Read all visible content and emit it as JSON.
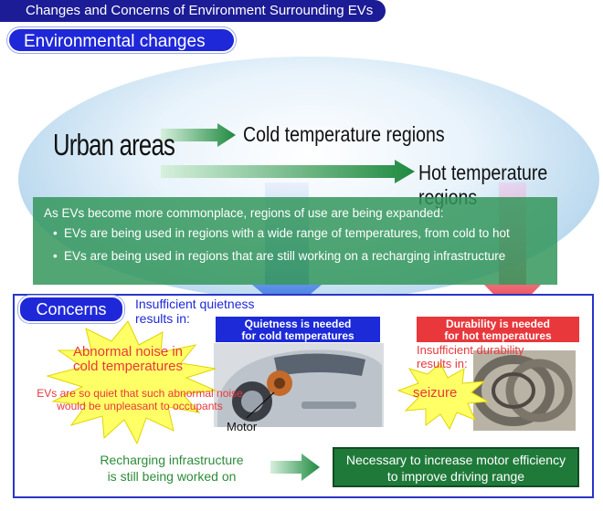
{
  "header": {
    "title": "Changes and Concerns of Environment Surrounding EVs",
    "section": "Environmental changes"
  },
  "map": {
    "origin": "Urban areas",
    "cold": "Cold temperature regions",
    "hot": "Hot temperature regions"
  },
  "info": {
    "lead": "As EVs become more commonplace, regions of use are being expanded:",
    "bullets": [
      "EVs are being used in regions with a wide range of temperatures, from cold to hot",
      "EVs are being used in regions that are still working on a recharging infrastructure"
    ]
  },
  "concerns": {
    "title": "Concerns",
    "quietness_heading_1": "Insufficient quietness",
    "quietness_heading_2": "results in:",
    "cold_badge_1": "Quietness is needed",
    "cold_badge_2": "for cold temperatures",
    "hot_badge_1": "Durability is needed",
    "hot_badge_2": "for hot temperatures",
    "durability_heading_1": "Insufficient durability",
    "durability_heading_2": "results in:",
    "noise_1": "Abnormal noise in",
    "noise_2": "cold temperatures",
    "quiet_1": "EVs are so quiet that such abnormal noise",
    "quiet_2": "would be unpleasant to occupants",
    "seizure": "seizure",
    "motor": "Motor",
    "recharge_1": "Recharging infrastructure",
    "recharge_2": "is still being worked on",
    "efficiency_1": "Necessary to increase motor efficiency",
    "efficiency_2": "to improve driving range"
  },
  "colors": {
    "navy": "#1c1c96",
    "blue": "#1f28d8",
    "red": "#e8383c",
    "green": "#2e8b3a",
    "burst": "#ffff66"
  }
}
